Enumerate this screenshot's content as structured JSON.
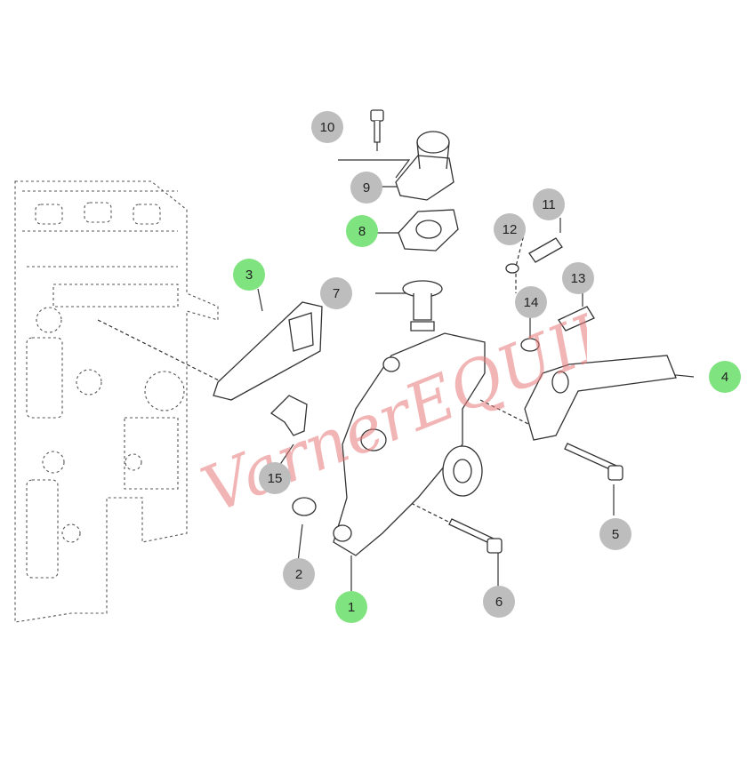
{
  "diagram": {
    "colors": {
      "highlight": "#7fe37f",
      "normal": "#bdbdbd",
      "line": "#333333",
      "watermark": "#e87a7a"
    },
    "callouts": [
      {
        "id": "1",
        "label": "1",
        "highlight": true
      },
      {
        "id": "2",
        "label": "2",
        "highlight": false
      },
      {
        "id": "3",
        "label": "3",
        "highlight": true
      },
      {
        "id": "4",
        "label": "4",
        "highlight": true
      },
      {
        "id": "5",
        "label": "5",
        "highlight": false
      },
      {
        "id": "6",
        "label": "6",
        "highlight": false
      },
      {
        "id": "7",
        "label": "7",
        "highlight": false
      },
      {
        "id": "8",
        "label": "8",
        "highlight": true
      },
      {
        "id": "9",
        "label": "9",
        "highlight": false
      },
      {
        "id": "10",
        "label": "10",
        "highlight": false
      },
      {
        "id": "11",
        "label": "11",
        "highlight": false
      },
      {
        "id": "12",
        "label": "12",
        "highlight": false
      },
      {
        "id": "13",
        "label": "13",
        "highlight": false
      },
      {
        "id": "14",
        "label": "14",
        "highlight": false
      },
      {
        "id": "15",
        "label": "15",
        "highlight": false
      }
    ],
    "watermark": {
      "text": "VarnerEQUIPMENT"
    }
  }
}
